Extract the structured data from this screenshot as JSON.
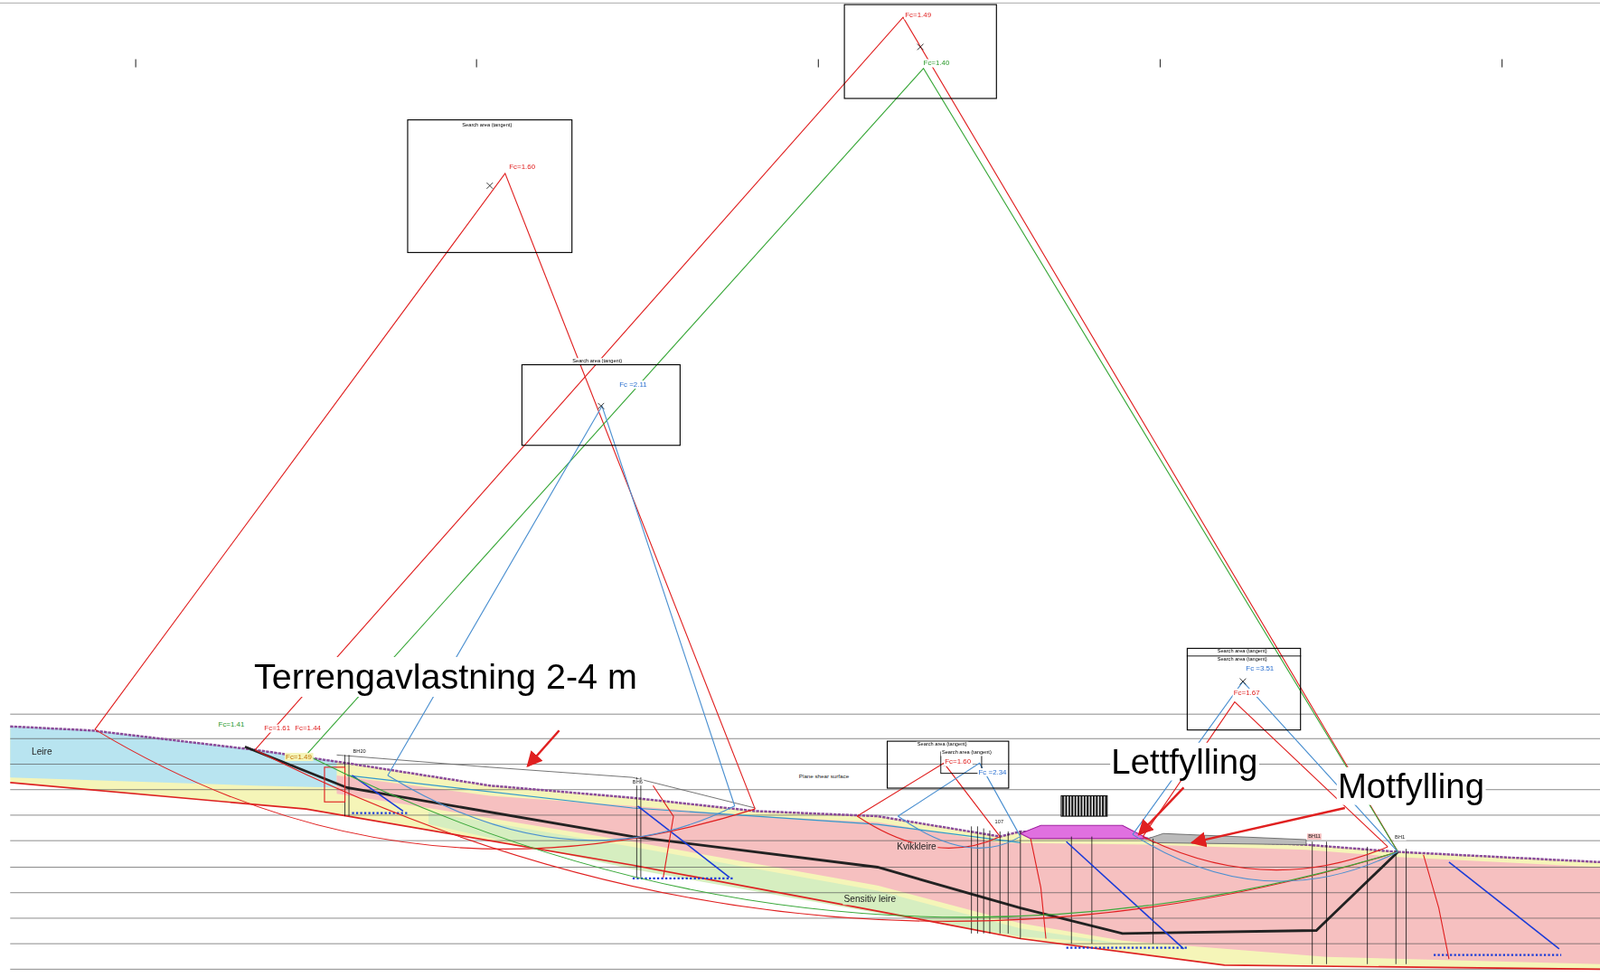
{
  "diagram": {
    "nodes": [
      {
        "text": [
          "Fc=1.49",
          "Fc=1.40"
        ]
      },
      {
        "text": [
          "Search area (tangent)",
          "Fc=1.60"
        ]
      },
      {
        "text": [
          "Search area (tangent)",
          "Fc =2.11"
        ]
      },
      {
        "text": [
          "Search area (tangent)",
          "Search area (tangent)",
          "Fc =3.51",
          "Fc=1.67"
        ]
      },
      {
        "text": [
          "Search area (tangent)",
          "Search area (tangent)",
          "Fc=1.60",
          "Fc =2.34"
        ]
      }
    ],
    "labels": [
      "Terrengavlastning 2-4 m",
      "Lettfylling",
      "Motfylling",
      "Fc=1.41",
      "Fc=1.61",
      "Fc=1.44",
      "Fc=1.49",
      "Leire",
      "Kvikkleire",
      "Sensitiv leire",
      "Plane shear surface",
      "BH20",
      "BH6",
      "107",
      "BH11",
      "BH1"
    ]
  }
}
